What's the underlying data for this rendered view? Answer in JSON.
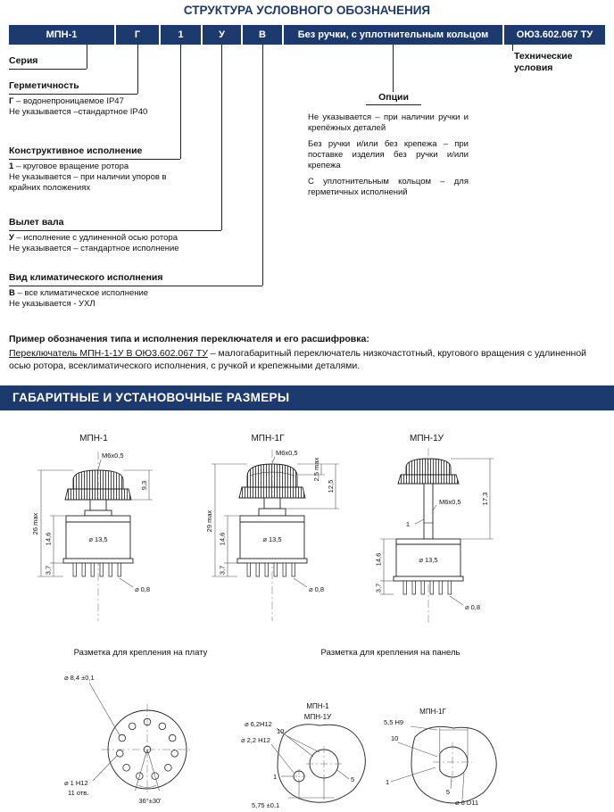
{
  "page": {
    "title": "СТРУКТУРА УСЛОВНОГО ОБОЗНАЧЕНИЯ"
  },
  "designation": {
    "boxes": [
      "МПН-1",
      "Г",
      "1",
      "У",
      "В",
      "Без ручки, с уплотнительным кольцом",
      "ОЮ3.602.067 ТУ"
    ]
  },
  "legend": {
    "seriya": {
      "title": "Серия"
    },
    "germetichnost": {
      "title": "Герметичность",
      "line1_prefix": "Г",
      "line1_rest": " – водонепроницаемое IP47",
      "line2": "Не указывается –стандартное IP40"
    },
    "konstruktiv": {
      "title": "Конструктивное исполнение",
      "line1_prefix": "1",
      "line1_rest": " – круговое вращение ротора",
      "line2": "Не указывается – при наличии упоров в крайних положениях"
    },
    "vylet": {
      "title": "Вылет вала",
      "line1_prefix": "У",
      "line1_rest": " – исполнение с удлиненной осью ротора",
      "line2": "Не указывается – стандартное исполнение"
    },
    "klimat": {
      "title": "Вид климатического исполнения",
      "line1_prefix": "В",
      "line1_rest": " – все климатическое исполнение",
      "line2": "Не указывается - УХЛ"
    },
    "opcii": {
      "title": "Опции",
      "items": [
        "Не указывается – при наличии ручки и крепёжных деталей",
        "Без ручки и/или без крепежа – при поставке изделия без ручки и/или крепежа",
        "С уплотнительным кольцом – для герметичных исполнений"
      ]
    },
    "tu": {
      "title": "Технические условия"
    }
  },
  "example": {
    "heading": "Пример обозначения типа и исполнения переключателя и его расшифровка:",
    "designation": "Переключатель МПН-1-1У В ОЮ3.602.067 ТУ",
    "description": " – малогабаритный переключатель низкочастотный, кругового вращения с удлиненной осью ротора, всеклиматического исполнения, с ручкой и крепежными деталями."
  },
  "dimensions_section": {
    "title": "ГАБАРИТНЫЕ И УСТАНОВОЧНЫЕ РАЗМЕРЫ"
  },
  "drawings": {
    "d1": {
      "variant": "МПН-1",
      "thread": "M6x0,5",
      "total_h": "26 max",
      "knob_h": "9,3",
      "body_h": "14,6",
      "pin_h": "3,7",
      "body_d": "⌀ 13,5",
      "pin_d": "⌀ 0,8"
    },
    "d2": {
      "variant": "МПН-1Г",
      "thread": "M6x0,5",
      "total_h": "29 max",
      "boot_h": "2,5 max",
      "knob_h": "12,5",
      "body_h": "14,6",
      "pin_h": "3,7",
      "body_d": "⌀ 13,5",
      "pin_d": "⌀ 0,8"
    },
    "d3": {
      "variant": "МПН-1У",
      "thread": "M6x0,5",
      "ext_h": "17,3",
      "chamfer": "1",
      "body_h": "14,6",
      "pin_h": "3,7",
      "body_d": "⌀ 13,5",
      "pin_d": "⌀ 0,8"
    }
  },
  "mounting": {
    "plate": {
      "caption": "Разметка для крепления на плату",
      "circle_d": "⌀ 8,4 ±0,1",
      "hole_d": "⌀ 1 H12",
      "hole_count": "11 отв.",
      "angle": "36°±30'"
    },
    "panel": {
      "caption": "Разметка для крепления на панель",
      "std": {
        "label1": "МПН-1",
        "label2": "МПН-1У",
        "big_d": "⌀ 6,2H12",
        "small_d": "⌀ 2,2 H12",
        "dim10": "10",
        "dim1": "1",
        "pitch": "5,75 ±0,1",
        "dim5": "5"
      },
      "sealed": {
        "label": "МПН-1Г",
        "flat": "5,5 H9",
        "dim10": "10",
        "dim1": "1",
        "dim5": "5",
        "hole_d": "⌀ 6 D11"
      }
    }
  }
}
